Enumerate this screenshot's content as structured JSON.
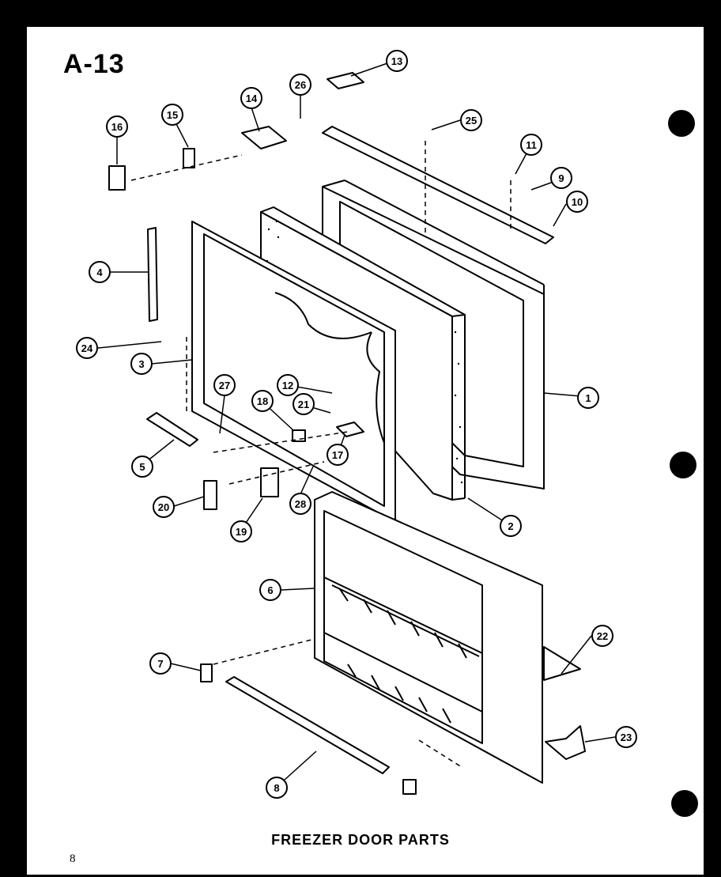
{
  "header": {
    "page_code": "A-13"
  },
  "footer": {
    "caption": "FREEZER DOOR PARTS",
    "page_number": "8"
  },
  "callouts": [
    "1",
    "2",
    "3",
    "4",
    "5",
    "6",
    "7",
    "8",
    "9",
    "10",
    "11",
    "12",
    "13",
    "14",
    "15",
    "16",
    "17",
    "18",
    "19",
    "20",
    "21",
    "22",
    "23",
    "24",
    "25",
    "26",
    "27",
    "28"
  ]
}
